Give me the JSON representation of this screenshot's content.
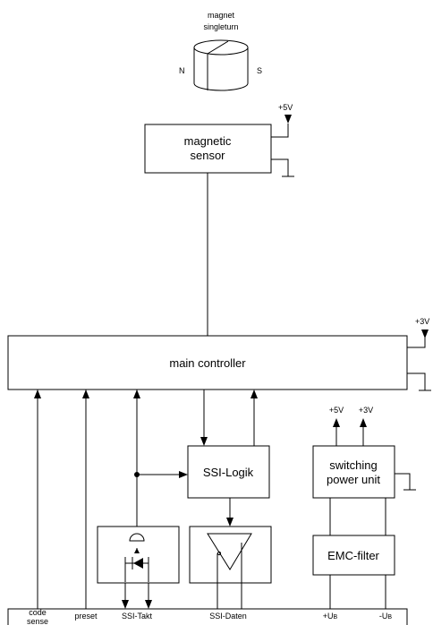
{
  "magnet": {
    "title_line1": "magnet",
    "title_line2": "singleturn",
    "pole_n": "N",
    "pole_s": "S"
  },
  "sensor": {
    "label_line1": "magnetic",
    "label_line2": "sensor",
    "supply": "+5V"
  },
  "controller": {
    "label": "main controller",
    "supply": "+3V"
  },
  "ssi_logic": {
    "label": "SSI-Logik"
  },
  "power_unit": {
    "label_line1": "switching",
    "label_line2": "power unit",
    "out_5v": "+5V",
    "out_3v": "+3V"
  },
  "emc_filter": {
    "label": "EMC-filter"
  },
  "terminals": {
    "code_sense_line1": "code",
    "code_sense_line2": "sense",
    "preset": "preset",
    "ssi_clock": "SSI-Takt",
    "ssi_data": "SSI-Daten",
    "plus_ub_sign": "+U",
    "plus_ub_sub": "B",
    "minus_ub_sign": "-U",
    "minus_ub_sub": "B"
  }
}
